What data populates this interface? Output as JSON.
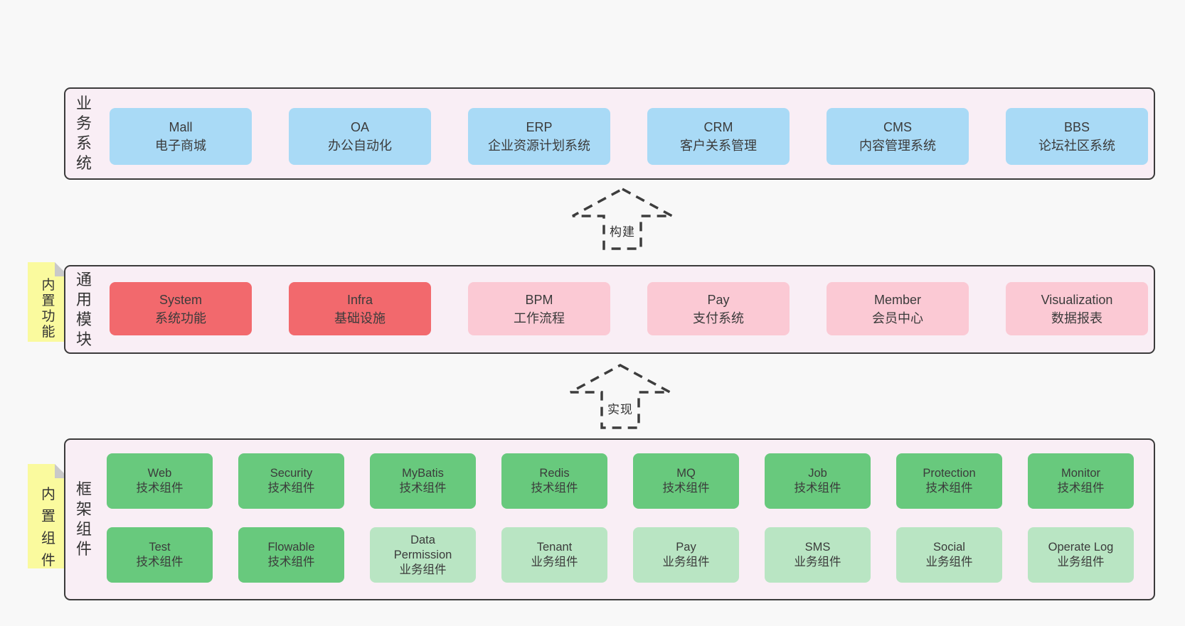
{
  "palette": {
    "page_bg": "#f8f8f8",
    "layer_bg": "#f9eef5",
    "border": "#3b3b3b",
    "box_blue": "#a9daf6",
    "box_red": "#f2696d",
    "box_pink": "#fbc9d4",
    "box_green": "#68c97d",
    "box_light_green": "#b9e5c3",
    "sticky_yellow": "#fafa9e",
    "text": "#3b3b3b"
  },
  "layers": {
    "business": {
      "label": "业务系统",
      "boxes": [
        {
          "en": "Mall",
          "zh": "电子商城"
        },
        {
          "en": "OA",
          "zh": "办公自动化"
        },
        {
          "en": "ERP",
          "zh": "企业资源计划系统"
        },
        {
          "en": "CRM",
          "zh": "客户关系管理"
        },
        {
          "en": "CMS",
          "zh": "内容管理系统"
        },
        {
          "en": "BBS",
          "zh": "论坛社区系统"
        }
      ]
    },
    "modules": {
      "label": "通用模块",
      "sticky": "内置功能",
      "boxes": [
        {
          "en": "System",
          "zh": "系统功能"
        },
        {
          "en": "Infra",
          "zh": "基础设施"
        },
        {
          "en": "BPM",
          "zh": "工作流程"
        },
        {
          "en": "Pay",
          "zh": "支付系统"
        },
        {
          "en": "Member",
          "zh": "会员中心"
        },
        {
          "en": "Visualization",
          "zh": "数据报表"
        }
      ]
    },
    "components": {
      "label": "框架组件",
      "sticky": "内置组件",
      "row1": [
        {
          "en": "Web",
          "zh": "技术组件"
        },
        {
          "en": "Security",
          "zh": "技术组件"
        },
        {
          "en": "MyBatis",
          "zh": "技术组件"
        },
        {
          "en": "Redis",
          "zh": "技术组件"
        },
        {
          "en": "MQ",
          "zh": "技术组件"
        },
        {
          "en": "Job",
          "zh": "技术组件"
        },
        {
          "en": "Protection",
          "zh": "技术组件"
        },
        {
          "en": "Monitor",
          "zh": "技术组件"
        }
      ],
      "row2": [
        {
          "en": "Test",
          "zh": "技术组件"
        },
        {
          "en": "Flowable",
          "zh": "技术组件"
        },
        {
          "en": "Data Permission",
          "zh": "业务组件"
        },
        {
          "en": "Tenant",
          "zh": "业务组件"
        },
        {
          "en": "Pay",
          "zh": "业务组件"
        },
        {
          "en": "SMS",
          "zh": "业务组件"
        },
        {
          "en": "Social",
          "zh": "业务组件"
        },
        {
          "en": "Operate Log",
          "zh": "业务组件"
        }
      ]
    }
  },
  "arrows": {
    "build": "构建",
    "implement": "实现"
  }
}
